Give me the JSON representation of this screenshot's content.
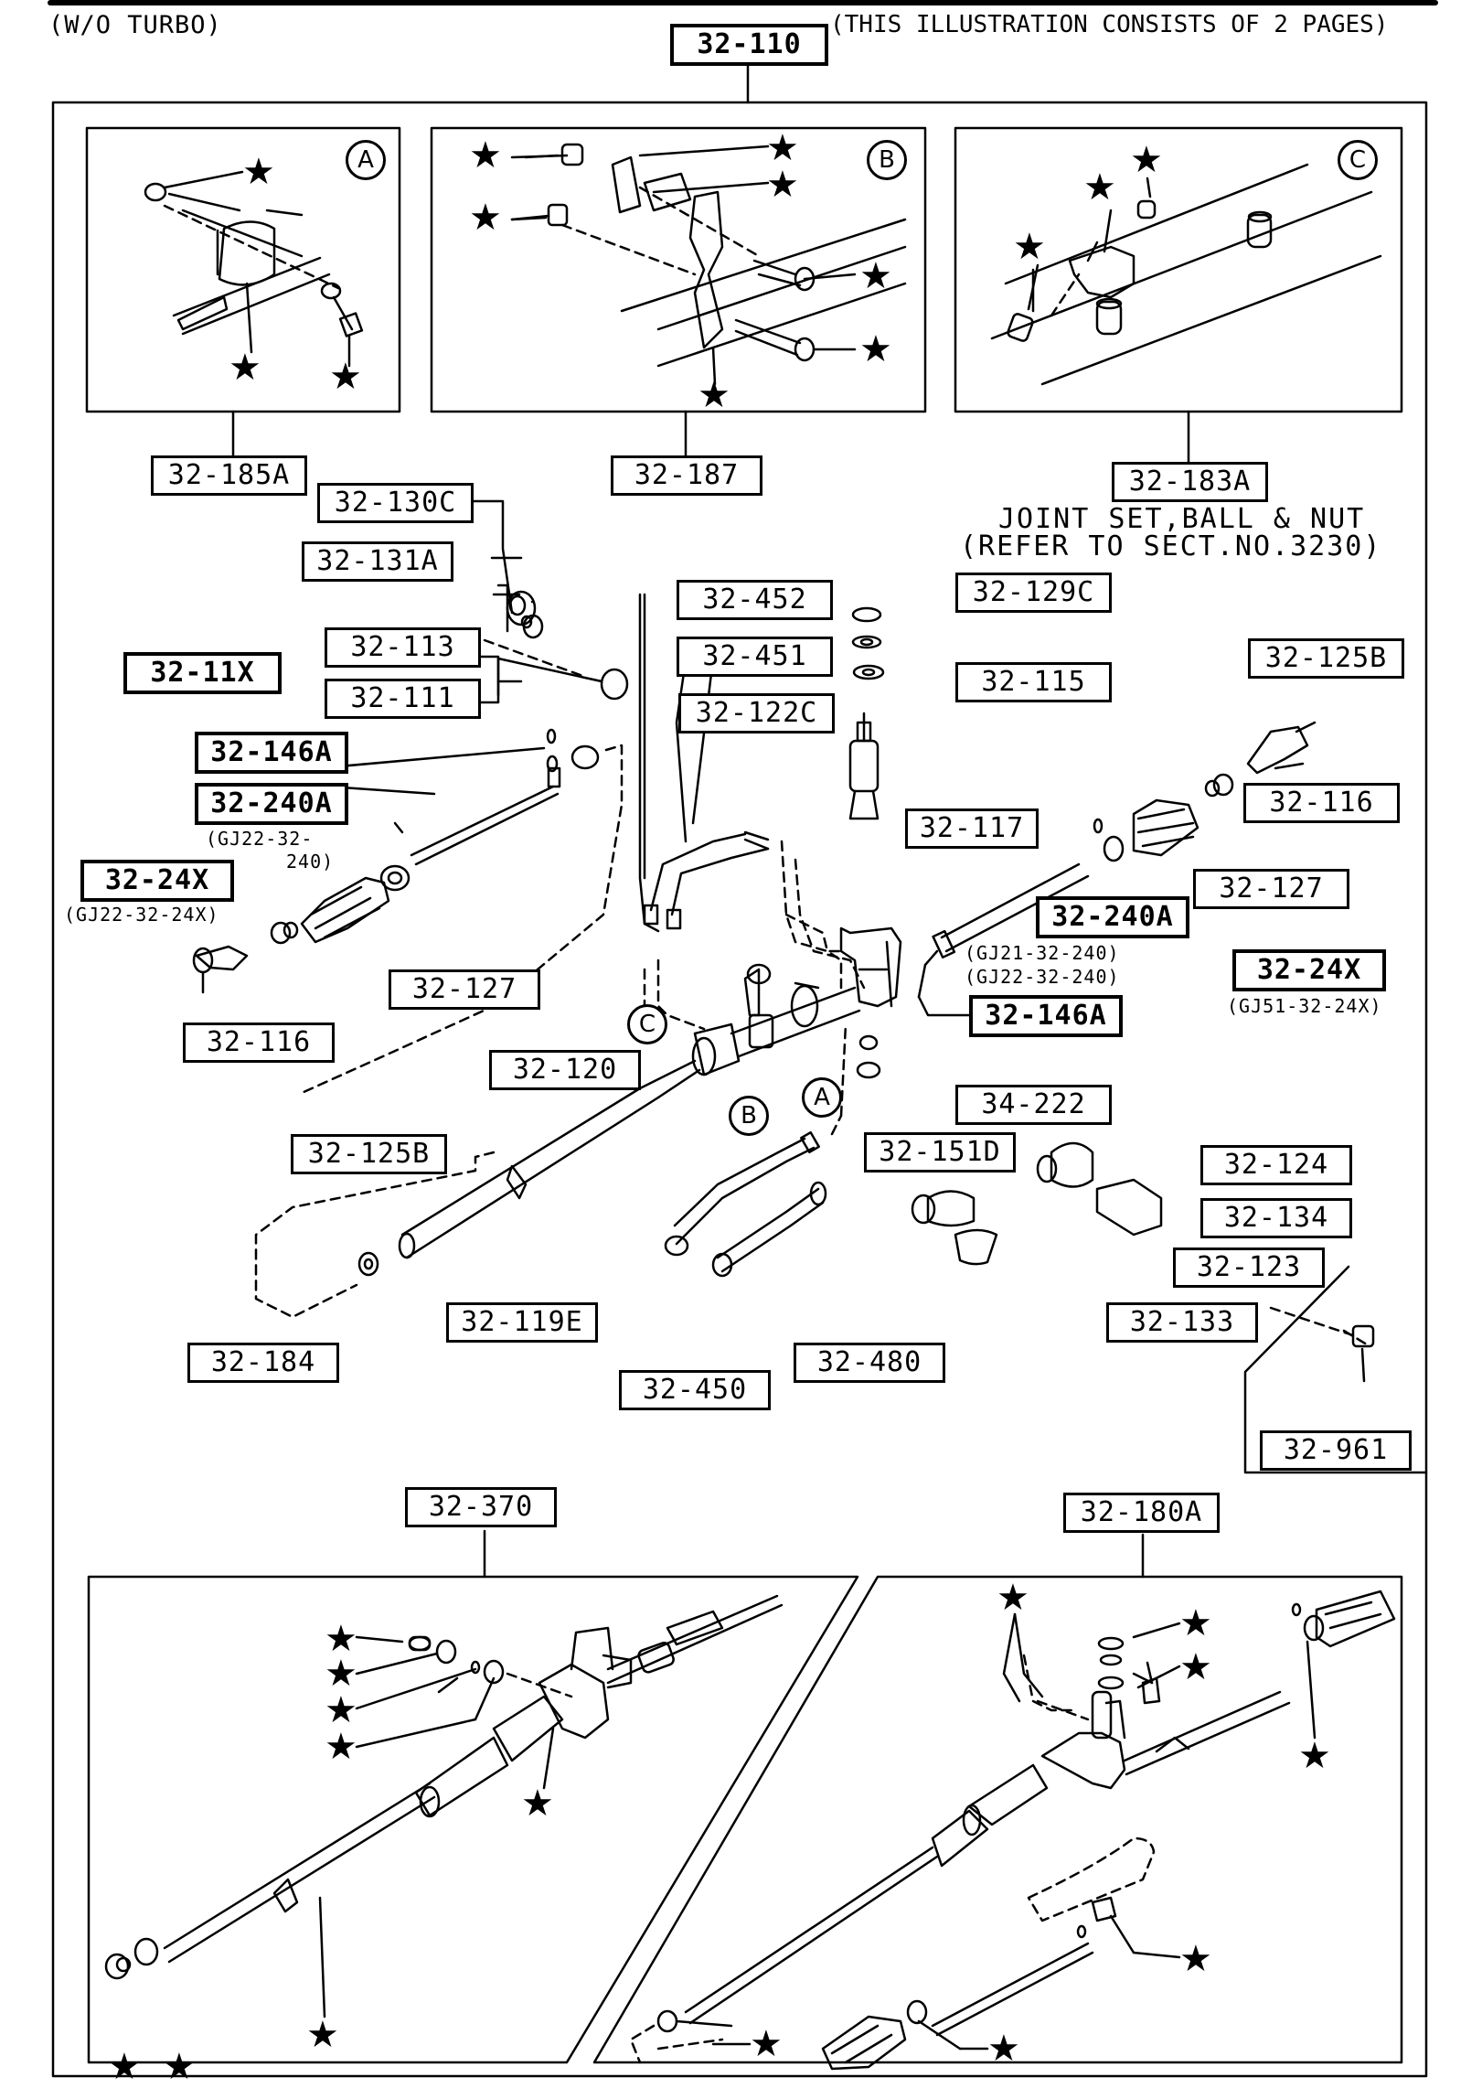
{
  "header": {
    "variant": "(W/O TURBO)",
    "main_ref": "32-110",
    "note": "(THIS ILLUSTRATION CONSISTS OF 2 PAGES)"
  },
  "insets": {
    "a": {
      "letter": "A",
      "ref": "32-185A"
    },
    "b": {
      "letter": "B",
      "ref": "32-187"
    },
    "c": {
      "letter": "C",
      "ref": "32-183A"
    }
  },
  "joint_set": {
    "line1": "JOINT SET,BALL & NUT",
    "line2": "(REFER TO SECT.NO.3230)"
  },
  "callouts": {
    "c32_130C": "32-130C",
    "c32_131A": "32-131A",
    "c32_11X": "32-11X",
    "c32_113": "32-113",
    "c32_111": "32-111",
    "c32_452": "32-452",
    "c32_451": "32-451",
    "c32_122C": "32-122C",
    "c32_129C": "32-129C",
    "c32_115": "32-115",
    "c32_125B_right": "32-125B",
    "c32_146A_left": "32-146A",
    "c32_240A_left": "32-240A",
    "c32_24X_left": "32-24X",
    "c32_117": "32-117",
    "c32_116_right": "32-116",
    "c32_127_right": "32-127",
    "c32_240A_right": "32-240A",
    "c32_24X_right": "32-24X",
    "c32_146A_right": "32-146A",
    "c32_127_left": "32-127",
    "c32_116_left": "32-116",
    "c32_120": "32-120",
    "c34_222": "34-222",
    "c32_151D": "32-151D",
    "c32_124": "32-124",
    "c32_134": "32-134",
    "c32_123": "32-123",
    "c32_133": "32-133",
    "c32_125B_left": "32-125B",
    "c32_119E": "32-119E",
    "c32_184": "32-184",
    "c32_480": "32-480",
    "c32_450": "32-450",
    "c32_961": "32-961",
    "c32_370": "32-370",
    "c32_180A": "32-180A"
  },
  "notes": {
    "gj22_240_left_line1": "(GJ22-32-",
    "gj22_240_left_line2": "240)",
    "gj22_24x_left": "(GJ22-32-24X)",
    "gj21_240": "(GJ21-32-240)",
    "gj22_240_right": "(GJ22-32-240)",
    "gj51_24x": "(GJ51-32-24X)"
  },
  "markers": {
    "a": "A",
    "b": "B",
    "c": "C"
  },
  "star_symbol": "★"
}
